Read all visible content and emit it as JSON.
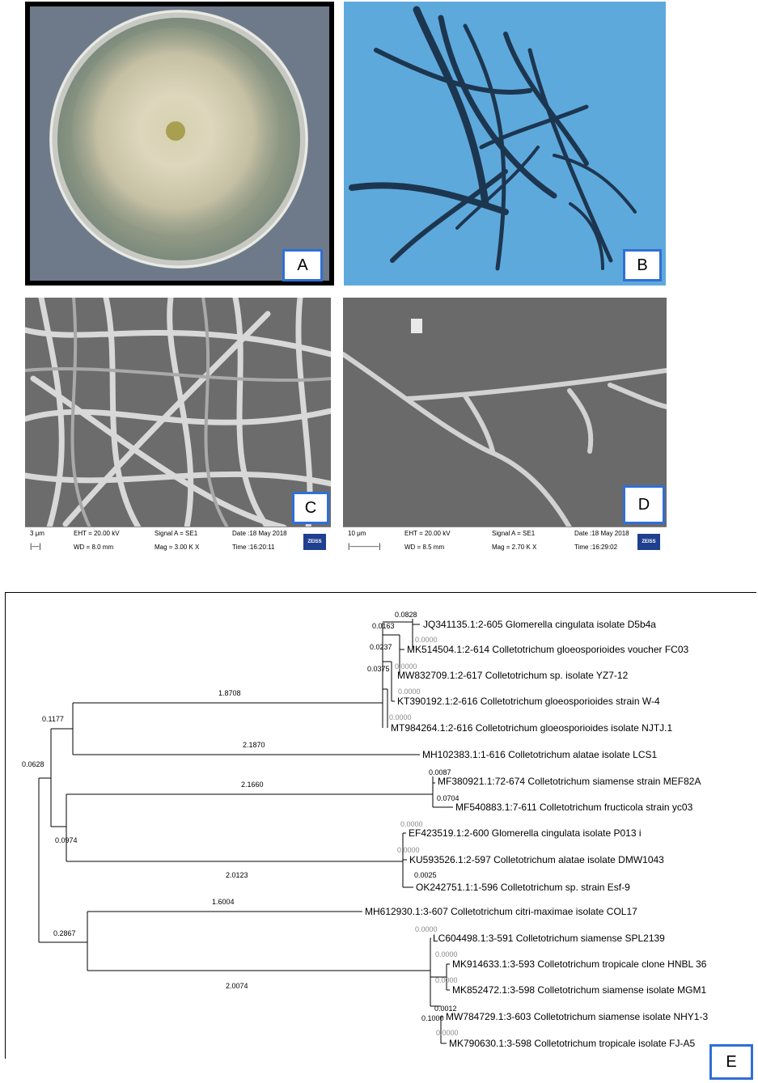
{
  "panels": {
    "a": {
      "label": "A"
    },
    "b": {
      "label": "B"
    },
    "c": {
      "label": "C",
      "sem": {
        "scale": "3 μm",
        "eht": "EHT = 20.00 kV",
        "wd": "WD = 8.0 mm",
        "signal": "Signal A = SE1",
        "mag": "Mag = 3.00 K X",
        "date": "Date :18 May 2018",
        "time": "Time :16:20:11",
        "logo": "ZEISS"
      }
    },
    "d": {
      "label": "D",
      "sem": {
        "scale": "10 μm",
        "eht": "EHT = 20.00 kV",
        "wd": "WD = 8.5 mm",
        "signal": "Signal A = SE1",
        "mag": "Mag = 2.70 K X",
        "date": "Date :18 May 2018",
        "time": "Time :16:29:02",
        "logo": "ZEISS"
      }
    },
    "e": {
      "label": "E"
    }
  },
  "tree": {
    "taxa": [
      "JQ341135.1:2-605 Glomerella cingulata isolate D5b4a",
      "MK514504.1:2-614 Colletotrichum gloeosporioides voucher FC03",
      "MW832709.1:2-617 Colletotrichum sp. isolate YZ7-12",
      "KT390192.1:2-616 Colletotrichum gloeosporioides strain W-4",
      "MT984264.1:2-616 Colletotrichum gloeosporioides isolate NJTJ.1",
      "MH102383.1:1-616 Colletotrichum alatae isolate LCS1",
      "MF380921.1:72-674 Colletotrichum siamense strain MEF82A",
      "MF540883.1:7-611 Colletotrichum fructicola strain yc03",
      "EF423519.1:2-600 Glomerella cingulata isolate P013 i",
      "KU593526.1:2-597 Colletotrichum alatae isolate DMW1043",
      "OK242751.1:1-596 Colletotrichum sp. strain Esf-9",
      "MH612930.1:3-607 Colletotrichum citri-maximae isolate COL17",
      "LC604498.1:3-591 Colletotrichum siamense SPL2139",
      "MK914633.1:3-593 Colletotrichum tropicale clone HNBL 36",
      "MK852472.1:3-598 Colletotrichum siamense isolate MGM1",
      "MW784729.1:3-603 Colletotrichum siamense isolate NHY1-3",
      "MK790630.1:3-598 Colletotrichum tropicale isolate FJ-A5"
    ],
    "branch_lengths": [
      "0.0828",
      "0.0163",
      "0.0000",
      "0.0237",
      "0.0000",
      "0.0375",
      "0.0000",
      "0.0000",
      "1.8708",
      "0.1177",
      "2.1870",
      "0.0628",
      "0.0087",
      "2.1660",
      "0.0704",
      "0.0000",
      "0.0974",
      "0.0000",
      "2.0123",
      "0.0025",
      "1.6004",
      "0.0000",
      "0.2867",
      "0.0000",
      "0.0000",
      "2.0074",
      "0.0012",
      "0.1000",
      "0.0000"
    ]
  }
}
